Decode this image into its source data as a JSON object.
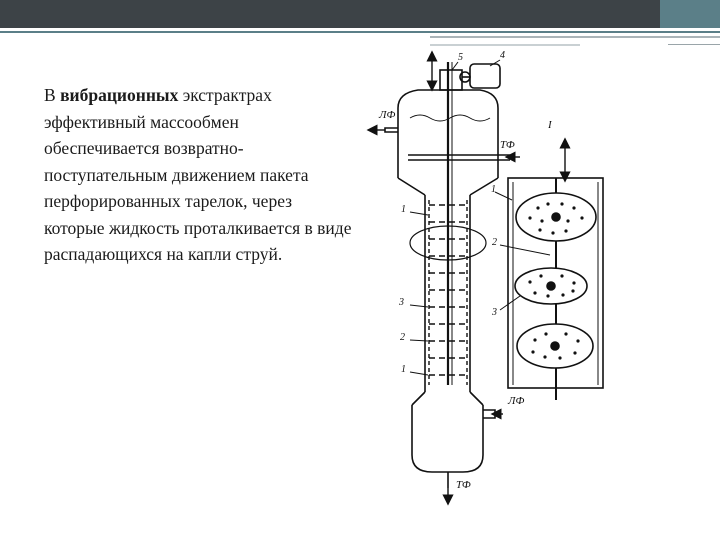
{
  "slide": {
    "text_before": "В ",
    "text_bold": "вибрационных",
    "text_after": " экстрактрах эффективный массообмен обеспечивается возвратно-поступательным движением пакета перфорированных тарелок, через которые жидкость проталкивается в виде распадающихся на капли струй."
  },
  "diagram": {
    "labels": {
      "lf_top": "ЛФ",
      "tf_top": "ТФ",
      "lf_bottom": "ЛФ",
      "tf_bottom": "ТФ",
      "num_5": "5",
      "num_4": "4",
      "num_1a": "1",
      "num_3": "3",
      "num_2": "2",
      "num_1b": "1",
      "detail_I": "I",
      "det_1": "1",
      "det_2": "2",
      "det_3": "3"
    }
  }
}
